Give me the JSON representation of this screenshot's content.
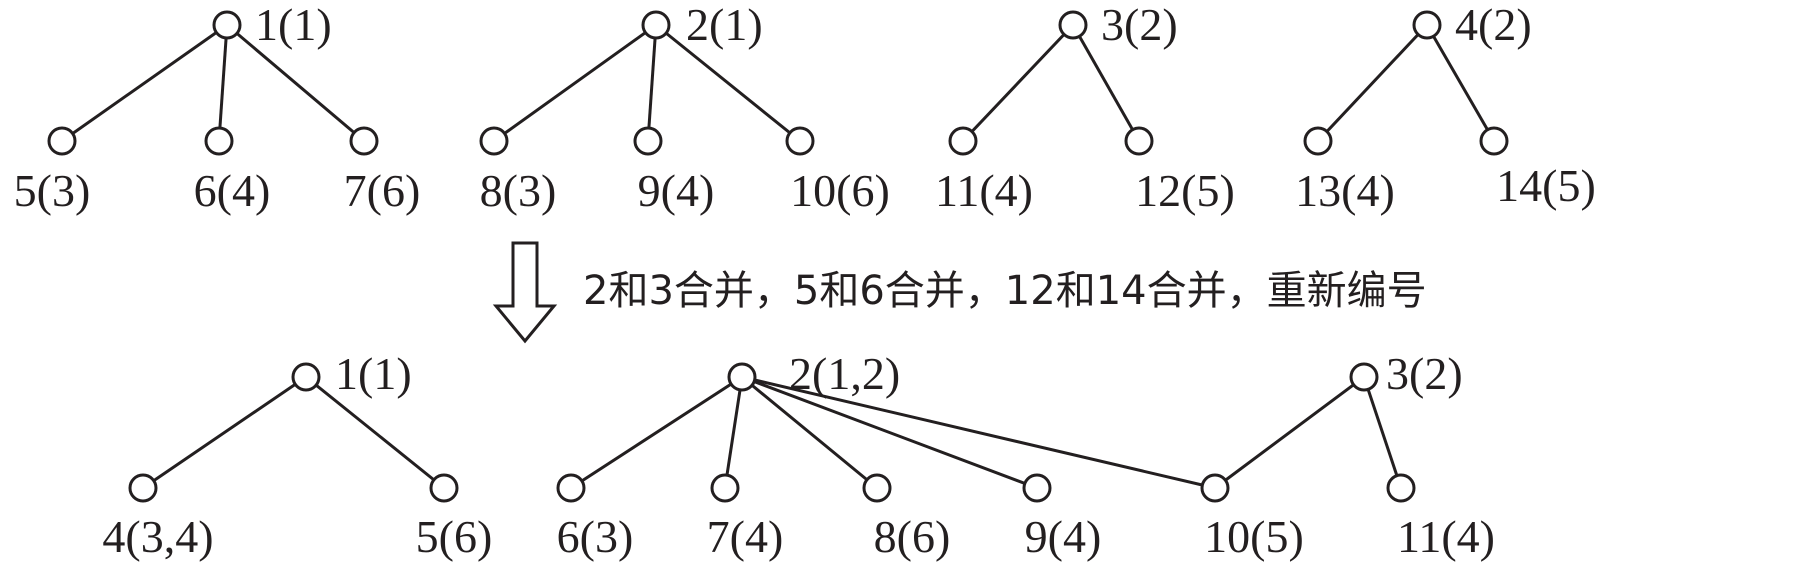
{
  "before": {
    "nodes": [
      {
        "id": "b1",
        "label": "1(1)"
      },
      {
        "id": "b2",
        "label": "2(1)"
      },
      {
        "id": "b3",
        "label": "3(2)"
      },
      {
        "id": "b4",
        "label": "4(2)"
      },
      {
        "id": "b5",
        "label": "5(3)"
      },
      {
        "id": "b6",
        "label": "6(4)"
      },
      {
        "id": "b7",
        "label": "7(6)"
      },
      {
        "id": "b8",
        "label": "8(3)"
      },
      {
        "id": "b9",
        "label": "9(4)"
      },
      {
        "id": "b10",
        "label": "10(6)"
      },
      {
        "id": "b11",
        "label": "11(4)"
      },
      {
        "id": "b12",
        "label": "12(5)"
      },
      {
        "id": "b13",
        "label": "13(4)"
      },
      {
        "id": "b14",
        "label": "14(5)"
      }
    ],
    "edges": [
      [
        "b1",
        "b5"
      ],
      [
        "b1",
        "b6"
      ],
      [
        "b1",
        "b7"
      ],
      [
        "b2",
        "b8"
      ],
      [
        "b2",
        "b9"
      ],
      [
        "b2",
        "b10"
      ],
      [
        "b3",
        "b11"
      ],
      [
        "b3",
        "b12"
      ],
      [
        "b4",
        "b13"
      ],
      [
        "b4",
        "b14"
      ]
    ]
  },
  "transition_note": "2和3合并，5和6合并，12和14合并，重新编号",
  "after": {
    "nodes": [
      {
        "id": "a1",
        "label": "1(1)"
      },
      {
        "id": "a2",
        "label": "2(1,2)"
      },
      {
        "id": "a3",
        "label": "3(2)"
      },
      {
        "id": "a4",
        "label": "4(3,4)"
      },
      {
        "id": "a5",
        "label": "5(6)"
      },
      {
        "id": "a6",
        "label": "6(3)"
      },
      {
        "id": "a7",
        "label": "7(4)"
      },
      {
        "id": "a8",
        "label": "8(6)"
      },
      {
        "id": "a9",
        "label": "9(4)"
      },
      {
        "id": "a10",
        "label": "10(5)"
      },
      {
        "id": "a11",
        "label": "11(4)"
      }
    ],
    "edges": [
      [
        "a1",
        "a4"
      ],
      [
        "a1",
        "a5"
      ],
      [
        "a2",
        "a6"
      ],
      [
        "a2",
        "a7"
      ],
      [
        "a2",
        "a8"
      ],
      [
        "a2",
        "a9"
      ],
      [
        "a2",
        "a10"
      ],
      [
        "a3",
        "a10"
      ],
      [
        "a3",
        "a11"
      ]
    ]
  }
}
